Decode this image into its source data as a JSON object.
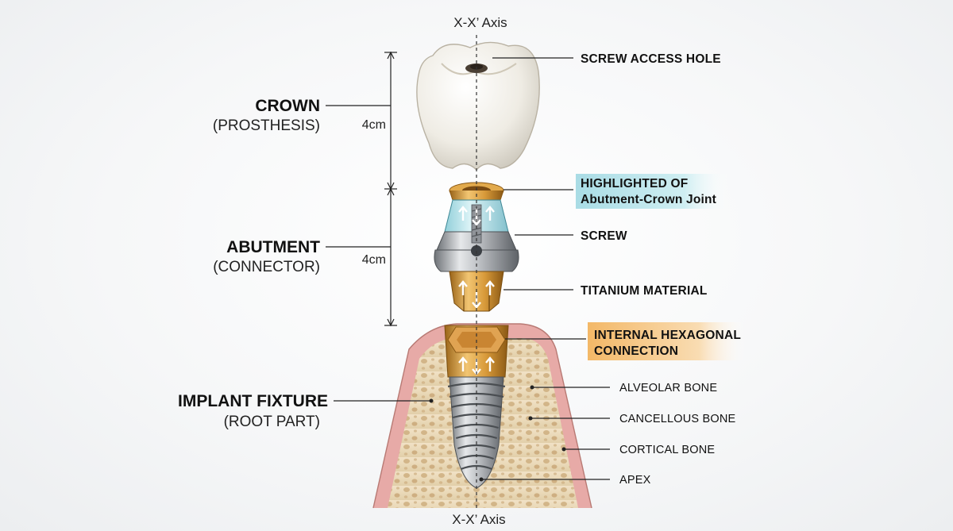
{
  "axis": {
    "top_label": "X-X’ Axis",
    "bottom_label": "X-X’ Axis"
  },
  "dimensions": {
    "crown_height": "4cm",
    "abutment_height": "4cm"
  },
  "left_labels": {
    "crown": {
      "title": "CROWN",
      "subtitle": "(PROSTHESIS)"
    },
    "abutment": {
      "title": "ABUTMENT",
      "subtitle": "(CONNECTOR)"
    },
    "fixture": {
      "title": "IMPLANT FIXTURE",
      "subtitle": "(ROOT PART)"
    }
  },
  "right_labels": {
    "screw_access_hole": "SCREW ACCESS HOLE",
    "joint_line1": "HIGHLIGHTED OF",
    "joint_line2": "Abutment-Crown Joint",
    "screw": "SCREW",
    "titanium": "TITANIUM MATERIAL",
    "hex_line1": "INTERNAL HEXAGONAL",
    "hex_line2": "CONNECTION",
    "alveolar": "ALVEOLAR BONE",
    "cancellous": "CANCELLOUS BONE",
    "cortical": "CORTICAL BONE",
    "apex": "APEX"
  },
  "colors": {
    "joint_highlight": "#bfe6ec",
    "hex_highlight": "#f6c98a",
    "titanium": "#a9acb0",
    "gold": "#d9a03a",
    "gum": "#e4a6a2",
    "bone": "#ecdcbf",
    "crown": "#f3f0e8"
  }
}
